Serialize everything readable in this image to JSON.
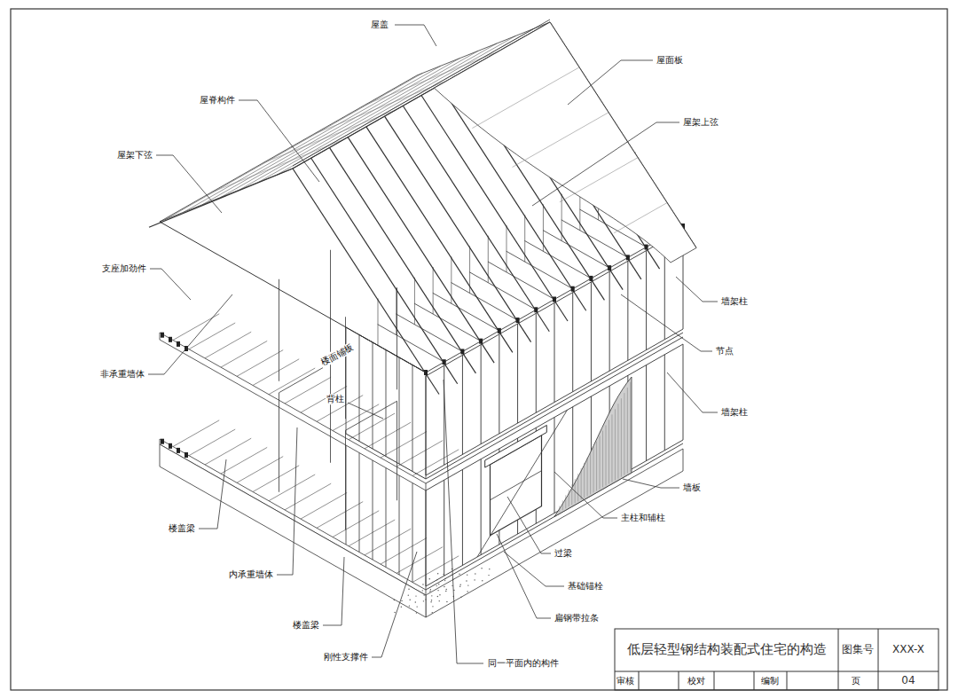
{
  "diagram": {
    "title": "低层轻型钢结构装配式住宅的构造",
    "labels": [
      "屋盖",
      "屋面板",
      "屋脊构件",
      "屋架上弦",
      "屋架下弦",
      "支座加劲件",
      "墙架柱",
      "节点",
      "非承重墙体",
      "楼面铺板",
      "背柱",
      "墙架柱",
      "墙板",
      "主柱和辅柱",
      "过梁",
      "基础锚栓",
      "扁钢带拉条",
      "楼盖梁",
      "内承重墙体",
      "楼盖梁",
      "刚性支撑件",
      "同一平面内的构件",
      "图集号",
      "XXX-X",
      "审核",
      "校对",
      "编制",
      "页",
      "04"
    ]
  }
}
